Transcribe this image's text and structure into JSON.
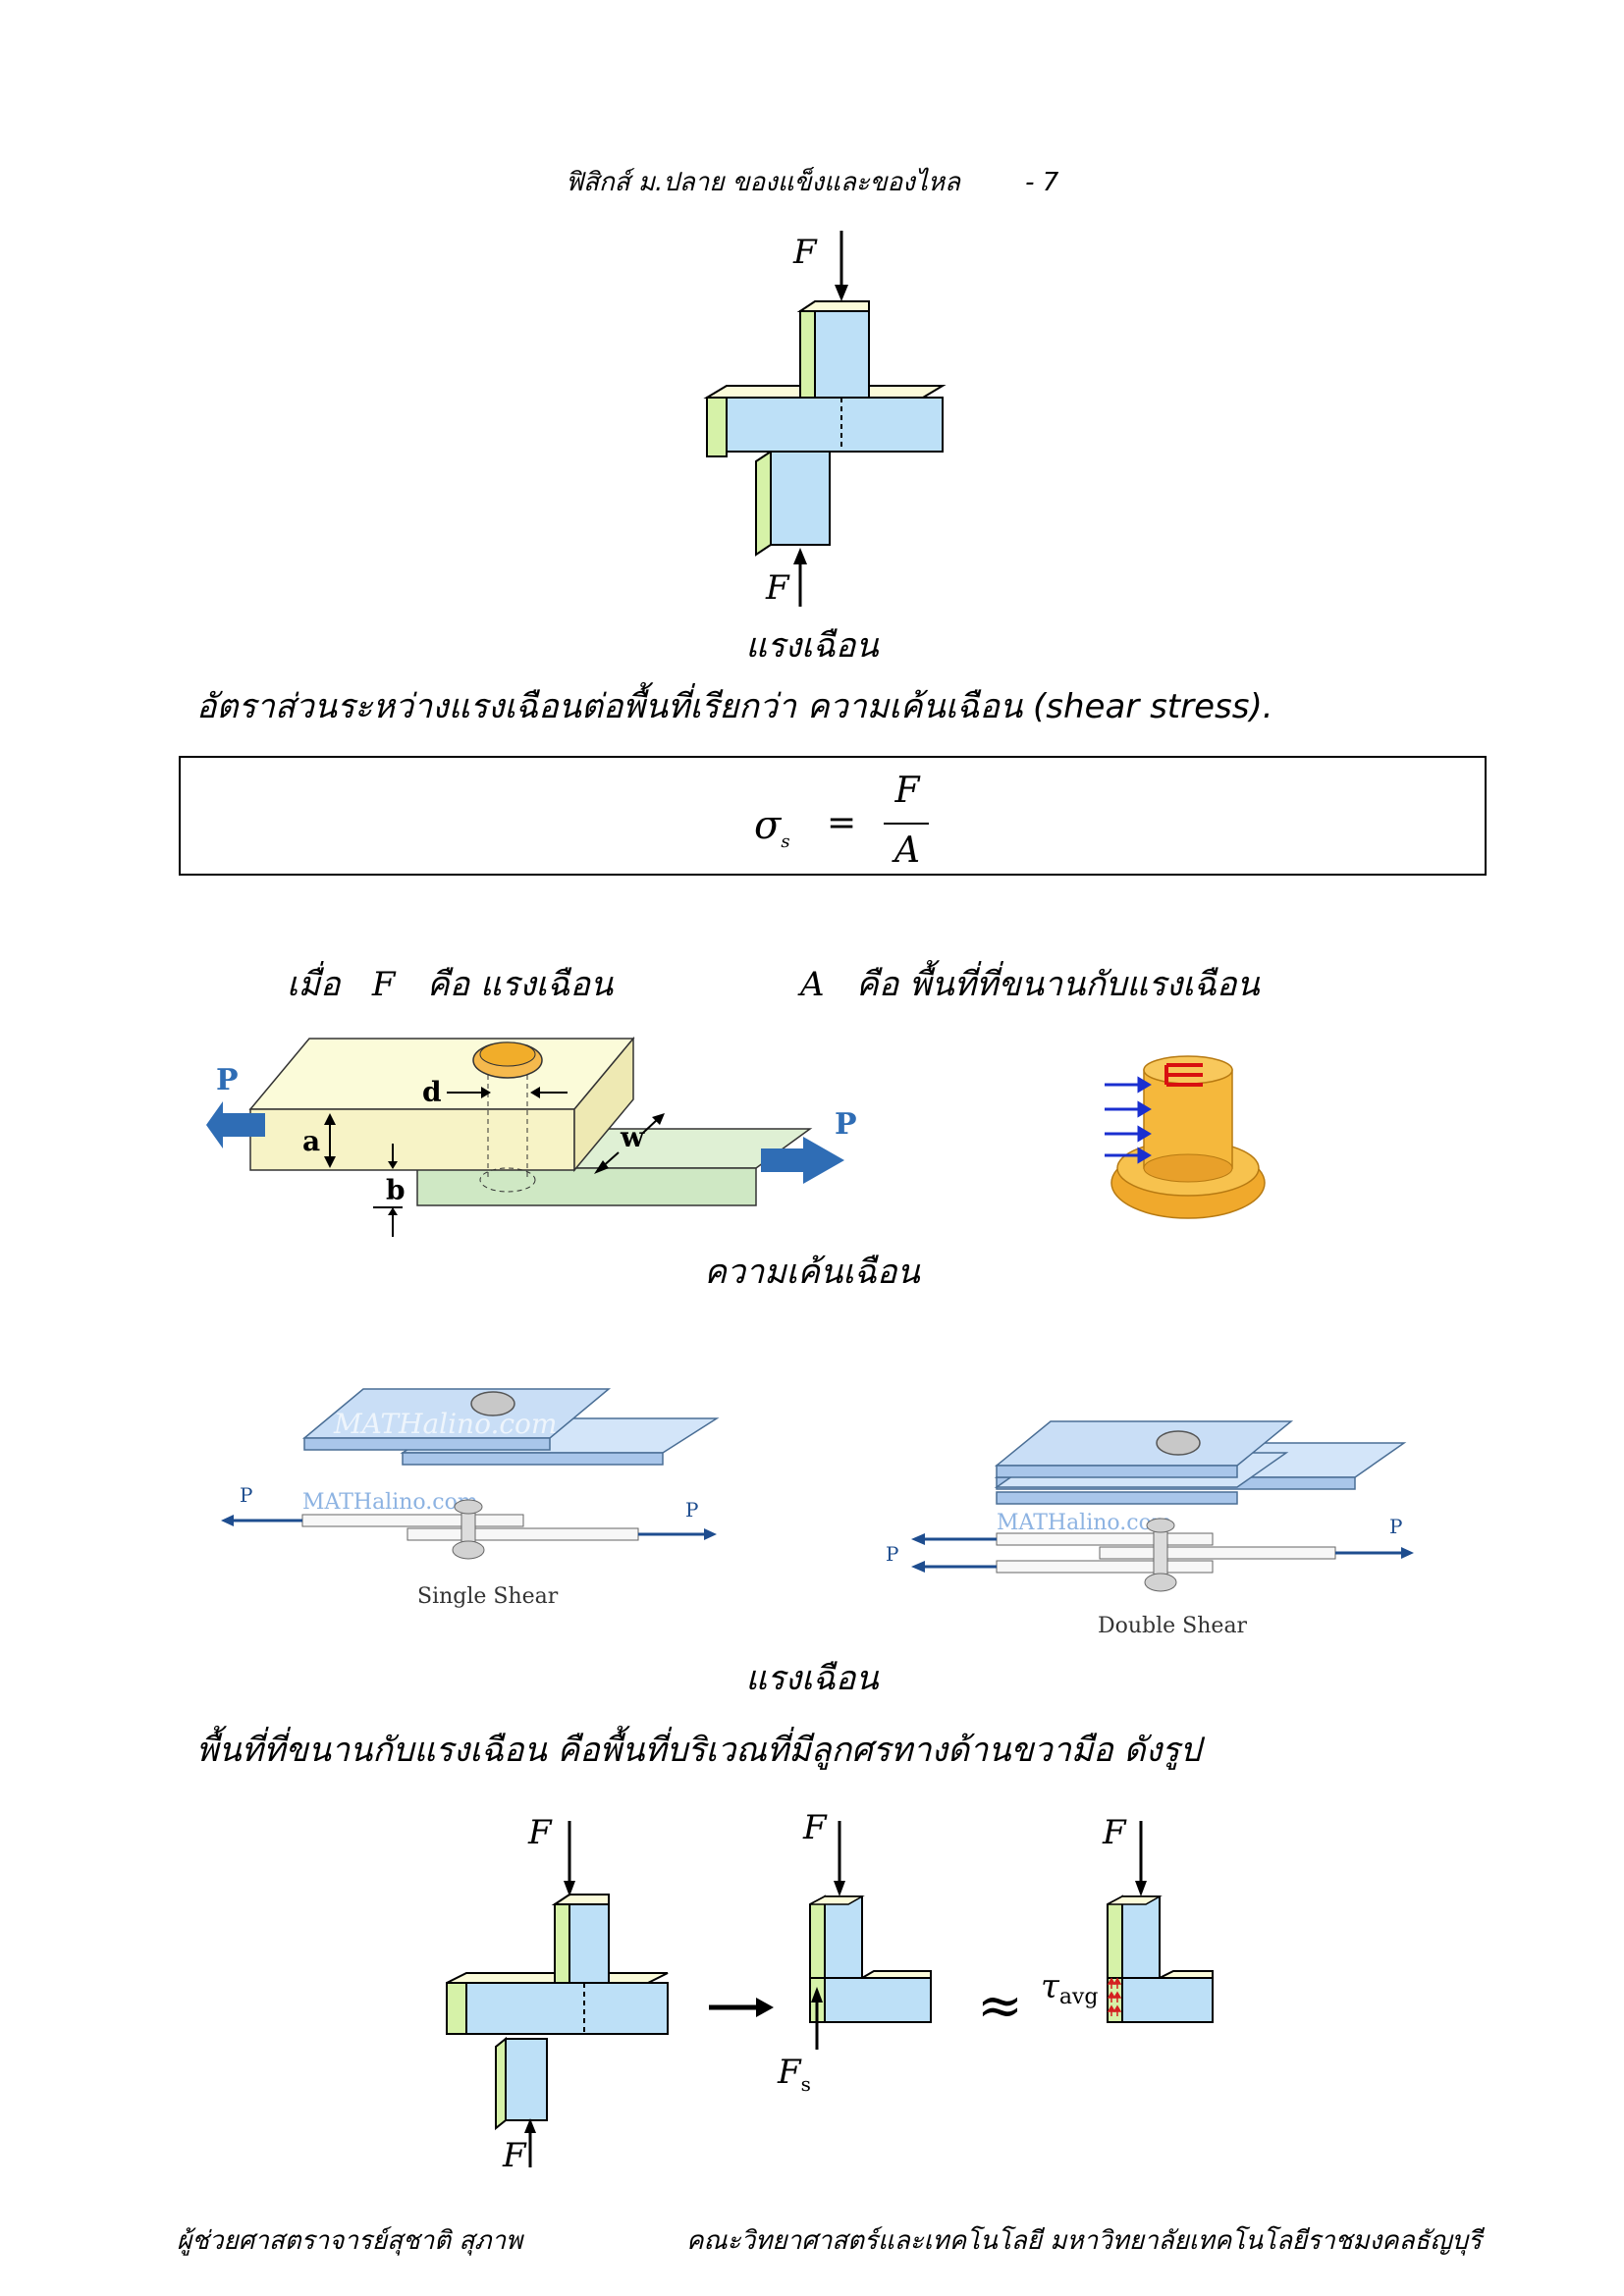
{
  "header": {
    "text": "ฟิสิกส์ ม.ปลาย ของแข็งและของไหล",
    "page": "- 7"
  },
  "fig1": {
    "force_top": "F",
    "force_bottom": "F",
    "caption": "แรงเฉือน"
  },
  "para1": {
    "text": "อัตราส่วนระหว่างแรงเฉือนต่อพื้นที่เรียกว่า ความเค้นเฉือน (shear stress)."
  },
  "formula": {
    "lhs_symbol": "σ",
    "lhs_sub": "s",
    "eq": "=",
    "num": "F",
    "den": "A"
  },
  "defs": {
    "left_prefix": "เมื่อ",
    "left_symbol": "F",
    "left_text": "คือ แรงเฉือน",
    "right_symbol": "A",
    "right_text": "คือ พื้นที่ที่ขนานกับแรงเฉือน"
  },
  "fig2": {
    "label_p_left": "P",
    "label_p_right": "P",
    "label_d": "d",
    "label_a": "a",
    "label_b": "b",
    "label_w": "w",
    "caption": "ความเค้นเฉือน"
  },
  "fig3": {
    "single": {
      "p_left": "P",
      "p_right": "P",
      "watermark_top": "MATHalino.com",
      "watermark_bottom": "MATHalino.com",
      "label": "Single Shear"
    },
    "double": {
      "p_left": "P",
      "p_right": "P",
      "watermark": "MATHalino.com",
      "label": "Double Shear"
    },
    "caption": "แรงเฉือน"
  },
  "para2": {
    "text": "พื้นที่ที่ขนานกับแรงเฉือน คือพื้นที่บริเวณที่มีลูกศรทางด้านขวามือ ดังรูป"
  },
  "fig4": {
    "force_top1": "F",
    "force_bottom1": "F",
    "force_top2": "F",
    "force_shear": "F",
    "force_shear_sub": "s",
    "approx": "≈",
    "tau": "τ",
    "tau_sub": "avg",
    "force_top3": "F"
  },
  "footer": {
    "left": "ผู้ช่วยศาสตราจารย์สุชาติ สุภาพ",
    "right": "คณะวิทยาศาสตร์และเทคโนโลยี มหาวิทยาลัยเทคโนโลยีราชมงคลธัญบุรี"
  },
  "colors": {
    "face_blue": "#bde0f7",
    "face_green": "#d6f2a8",
    "top_yellow": "#fbfbd9",
    "arrow_blue": "#2f6db5",
    "plate_blue": "#c6dcf6",
    "stroke": "#000000"
  }
}
